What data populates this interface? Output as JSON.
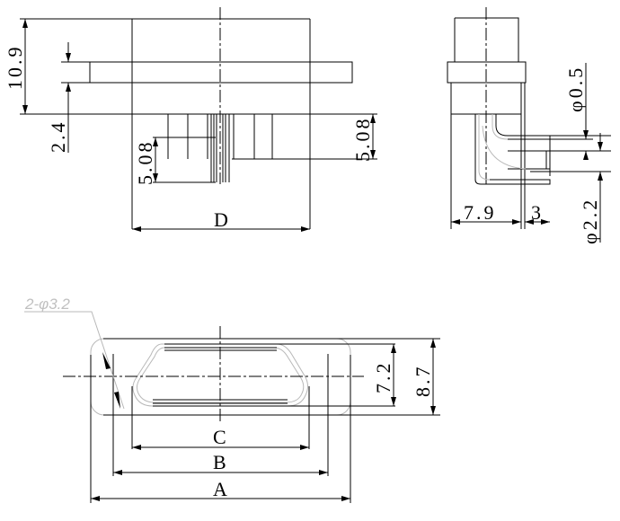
{
  "front_view": {
    "height_dim": "10.9",
    "flange_dim": "2.4",
    "pin_pitch_left": "5.08",
    "pin_pitch_right": "5.08",
    "width_dim": "D"
  },
  "side_view": {
    "body_dim": "7.9",
    "pin_ext_dim": "3",
    "pin_dia": "φ0.5",
    "hole_dia": "φ2.2"
  },
  "bottom_view": {
    "hole_note": "2-φ3.2",
    "inner_height": "7.2",
    "outer_height": "8.7",
    "dim_c": "C",
    "dim_b": "B",
    "dim_a": "A"
  },
  "colors": {
    "line": "#000000",
    "hidden": "#b8b8b8"
  }
}
